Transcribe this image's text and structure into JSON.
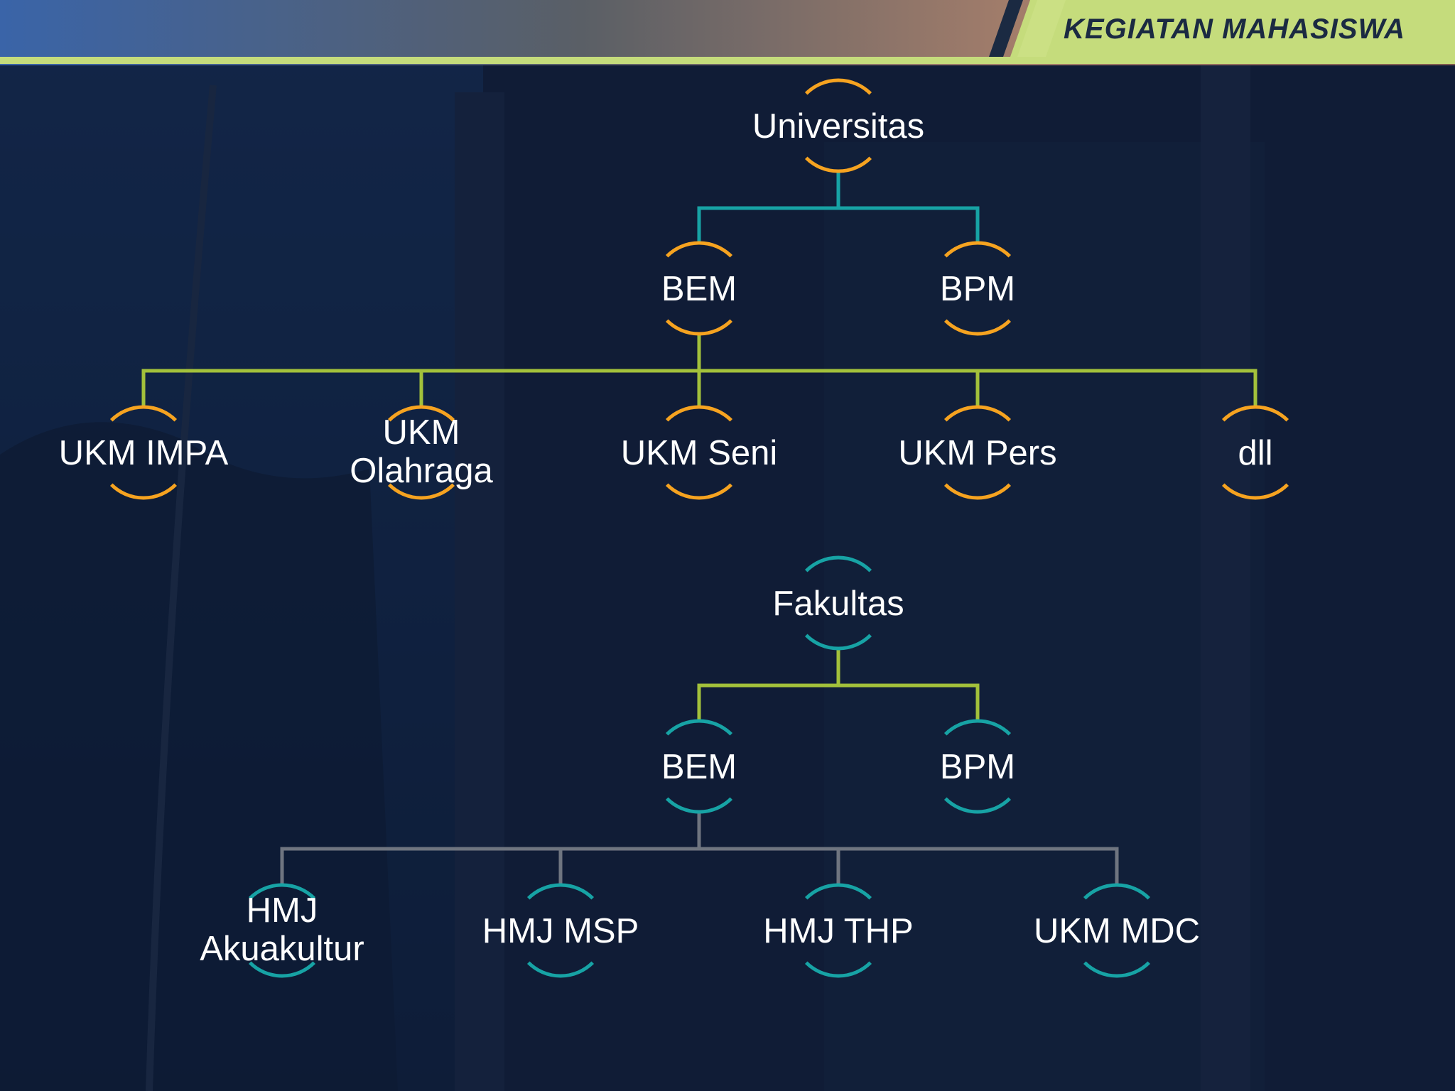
{
  "header": {
    "title": "KEGIATAN MAHASISWA"
  },
  "colors": {
    "accent_green": "#c5dc7c",
    "orange": "#f6a320",
    "teal": "#17a3a5",
    "line_green": "#a3c13b",
    "line_gray": "#6f7580",
    "navy": "#15254a"
  },
  "diagram": {
    "university_tree": {
      "root": "Universitas",
      "level1": [
        "BEM",
        "BPM"
      ],
      "level2": [
        "UKM IMPA",
        "UKM Olahraga",
        "UKM Seni",
        "UKM Pers",
        "dll"
      ]
    },
    "faculty_tree": {
      "root": "Fakultas",
      "level1": [
        "BEM",
        "BPM"
      ],
      "level2": [
        "HMJ Akuakultur",
        "HMJ MSP",
        "HMJ THP",
        "UKM MDC"
      ]
    }
  }
}
